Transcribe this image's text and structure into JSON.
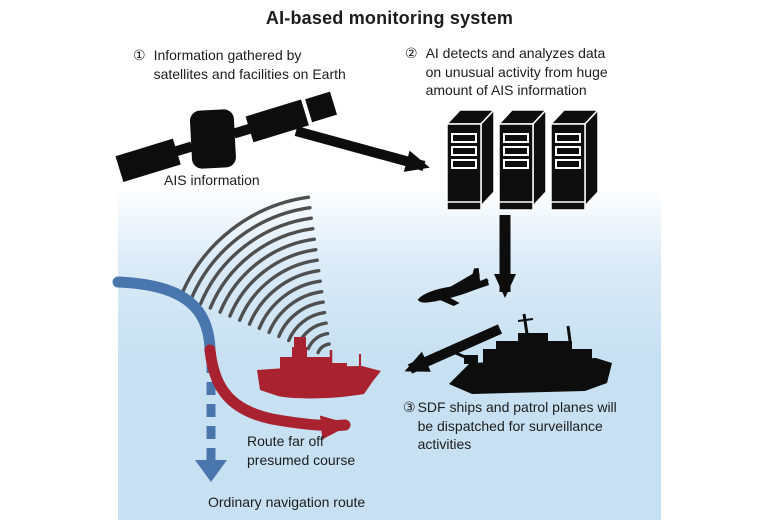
{
  "title": "AI-based monitoring system",
  "steps": [
    {
      "num": "①",
      "lines": [
        "Information gathered by",
        "satellites and facilities on Earth"
      ]
    },
    {
      "num": "②",
      "lines": [
        "AI detects and analyzes data",
        "on unusual activity from huge",
        "amount of AIS information"
      ]
    },
    {
      "num": "③",
      "lines": [
        "SDF ships and patrol planes will",
        "be dispatched for surveillance",
        "activities"
      ]
    }
  ],
  "labels": {
    "ais": "AIS information",
    "route_far_off_lines": [
      "Route far off",
      "presumed course"
    ],
    "ordinary_route": "Ordinary navigation route"
  },
  "icons": {
    "satellite": "satellite-icon",
    "servers": "server-stack-icon",
    "plane": "patrol-plane-icon",
    "warship": "warship-icon",
    "suspicious_ship": "cargo-ship-icon",
    "waves": "radio-waves-icon"
  },
  "colors": {
    "text": "#1c1c1c",
    "silhouette": "#0d0d0d",
    "sea": "#c8e1f2",
    "sea_mid": "#dcebf7",
    "route_blue": "#4a76ae",
    "route_red": "#a9222f",
    "wave_arc": "#4f4f4f"
  }
}
